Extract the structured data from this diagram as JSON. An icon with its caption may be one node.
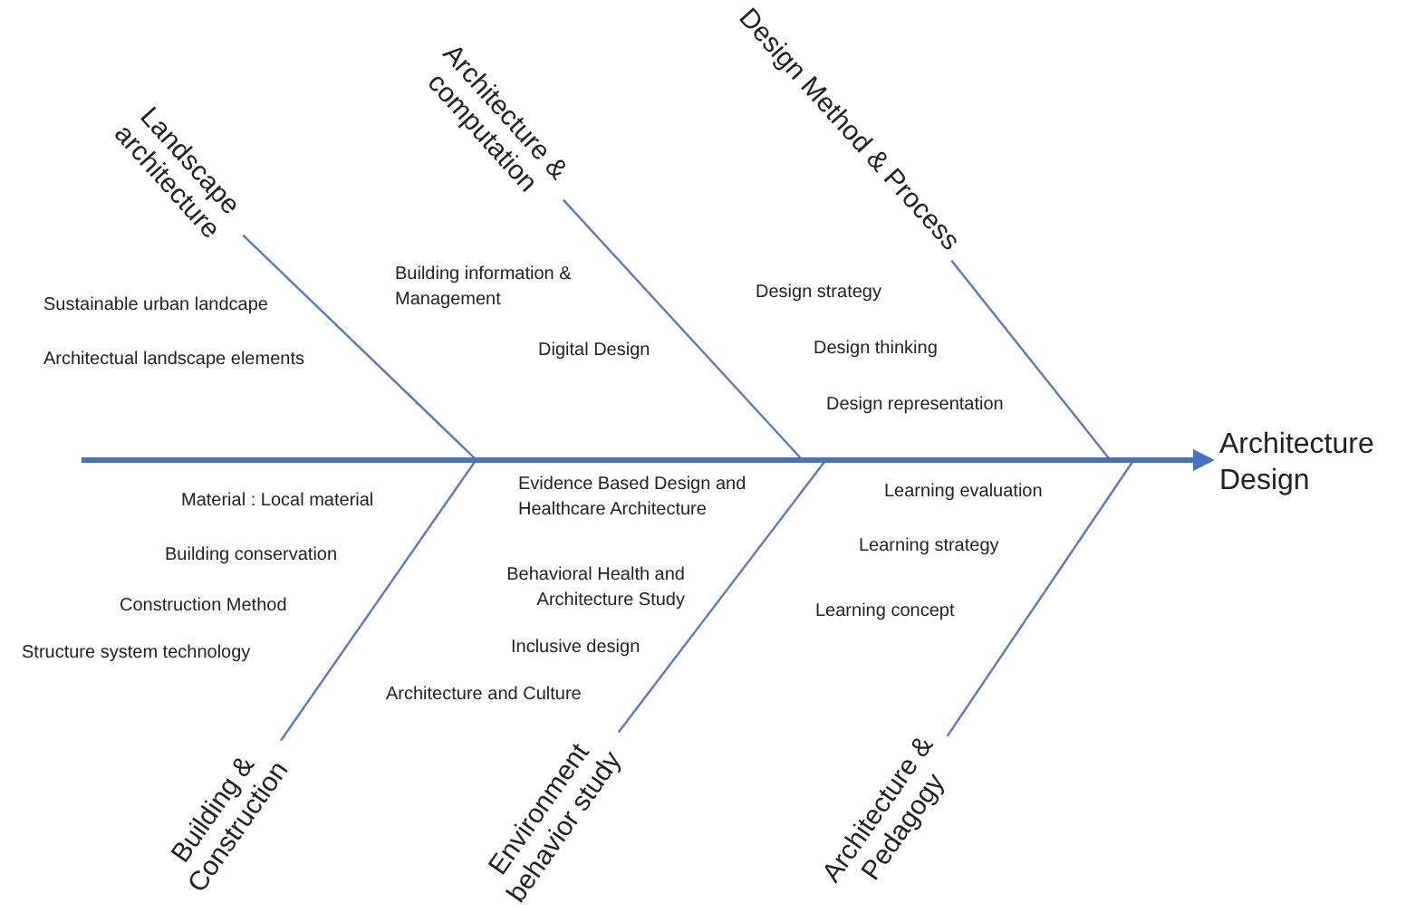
{
  "diagram": {
    "nodes": [
      {
        "text": [
          "Landscape architecture"
        ]
      },
      {
        "text": [
          "Architecture & computation"
        ]
      },
      {
        "text": [
          "Design Method & Process"
        ]
      },
      {
        "text": [
          "Building & Construction"
        ]
      },
      {
        "text": [
          "Environment behavior study"
        ]
      },
      {
        "text": [
          "Architecture & Pedagogy"
        ]
      },
      {
        "text": [
          "Architecture Design"
        ]
      }
    ],
    "edges": [
      {
        "from": 0,
        "to": null,
        "arrow": "none"
      },
      {
        "from": 1,
        "to": null,
        "arrow": "none"
      },
      {
        "from": 2,
        "to": null,
        "arrow": "none"
      },
      {
        "from": 3,
        "to": null,
        "arrow": "none"
      },
      {
        "from": 4,
        "to": null,
        "arrow": "none"
      },
      {
        "from": 5,
        "to": null,
        "arrow": "none"
      },
      {
        "from": null,
        "to": 6,
        "arrow": "to",
        "style": "thick",
        "color": "#4472c4"
      }
    ],
    "labels": [
      "Sustainable urban landcape",
      "Architectual landscape elements",
      "Building information & Management",
      "Digital Design",
      "Design strategy",
      "Design thinking",
      "Design representation",
      "Material : Local material",
      "Building conservation",
      "Construction Method",
      "Structure system technology",
      "Evidence Based Design and Healthcare Architecture",
      "Behavioral Health and Architecture Study",
      "Inclusive design",
      "Architecture and Culture",
      "Learning evaluation",
      "Learning strategy",
      "Learning concept"
    ]
  }
}
